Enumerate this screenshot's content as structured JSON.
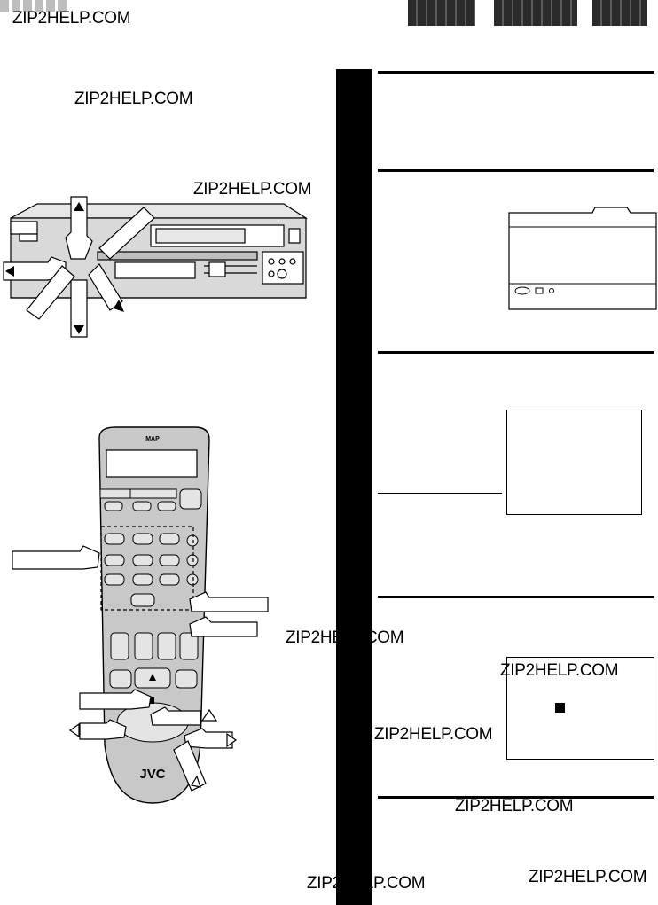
{
  "watermark": {
    "text": "ZIP2HELP.COM"
  },
  "remote": {
    "top_label": "MAP",
    "brand": "JVC"
  },
  "colors": {
    "spine": "#000000",
    "remote_body": "#c8c8c8",
    "vcr_body": "#d9d9d9"
  },
  "icons": [
    "finger-pointer-icon",
    "arrow-up-icon",
    "arrow-down-icon",
    "arrow-left-icon",
    "arrow-right-icon",
    "outline-triangle-icon",
    "square-stop-icon"
  ]
}
